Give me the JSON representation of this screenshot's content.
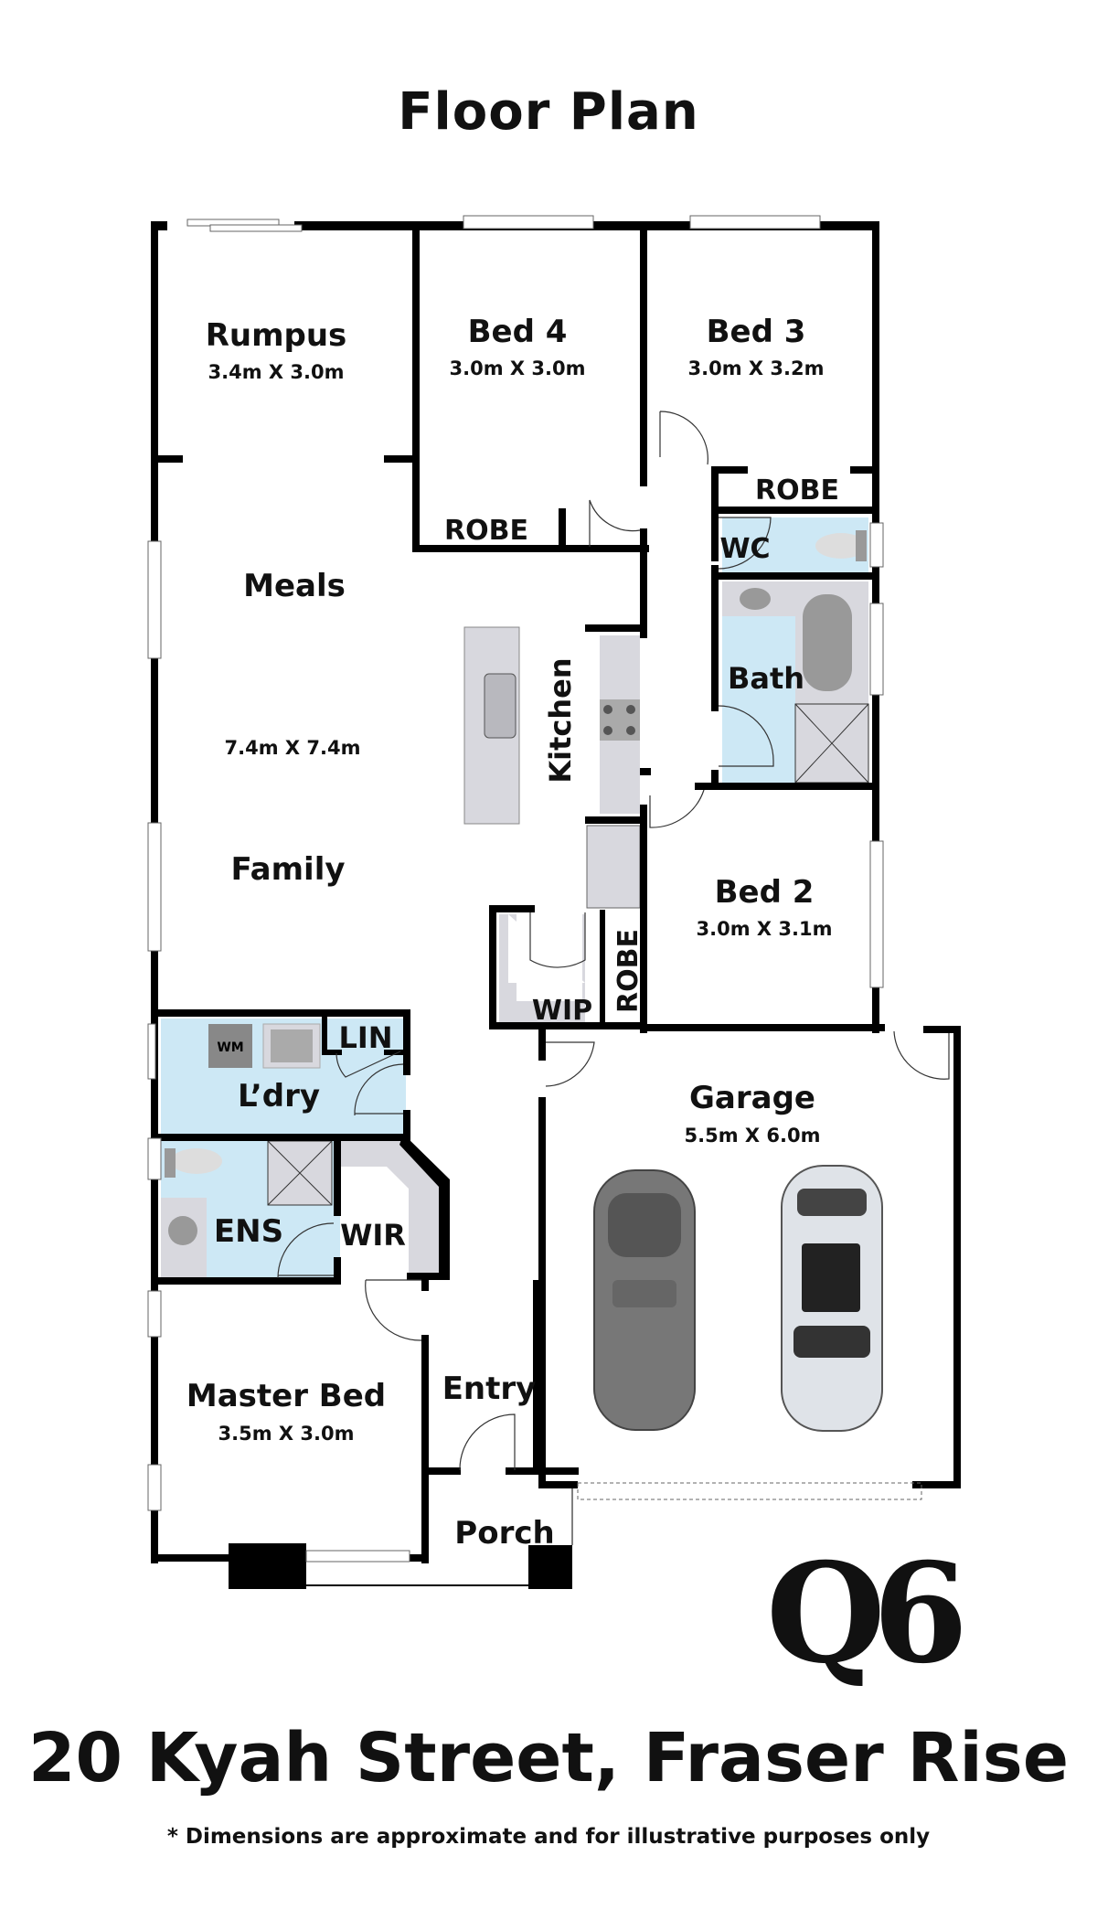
{
  "header": {
    "title": "Floor Plan"
  },
  "rooms": {
    "rumpus": {
      "name": "Rumpus",
      "dims": "3.4m X 3.0m"
    },
    "bed4": {
      "name": "Bed 4",
      "dims": "3.0m X 3.0m"
    },
    "bed3": {
      "name": "Bed 3",
      "dims": "3.0m X 3.2m"
    },
    "bed4_robe": {
      "name": "ROBE"
    },
    "bed3_robe": {
      "name": "ROBE"
    },
    "wc": {
      "name": "WC"
    },
    "bath": {
      "name": "Bath"
    },
    "meals": {
      "name": "Meals"
    },
    "living_dims": {
      "dims": "7.4m X 7.4m"
    },
    "family": {
      "name": "Family"
    },
    "kitchen": {
      "name": "Kitchen"
    },
    "bed2": {
      "name": "Bed 2",
      "dims": "3.0m X 3.1m"
    },
    "bed2_robe": {
      "name": "ROBE"
    },
    "wip": {
      "name": "WIP"
    },
    "laundry": {
      "name": "L’dry"
    },
    "wm": {
      "name": "WM"
    },
    "linen": {
      "name": "LIN"
    },
    "ensuite": {
      "name": "ENS"
    },
    "wir": {
      "name": "WIR"
    },
    "master": {
      "name": "Master Bed",
      "dims": "3.5m X 3.0m"
    },
    "entry": {
      "name": "Entry"
    },
    "porch": {
      "name": "Porch"
    },
    "garage": {
      "name": "Garage",
      "dims": "5.5m X 6.0m"
    }
  },
  "colors": {
    "wet_area": "#cde8f5",
    "fixture": "#d8d8de",
    "wall": "#000000"
  },
  "brand": {
    "logo_text": "Q6"
  },
  "footer": {
    "address": "20 Kyah Street, Fraser Rise",
    "disclaimer": "* Dimensions are approximate and for illustrative purposes only"
  }
}
